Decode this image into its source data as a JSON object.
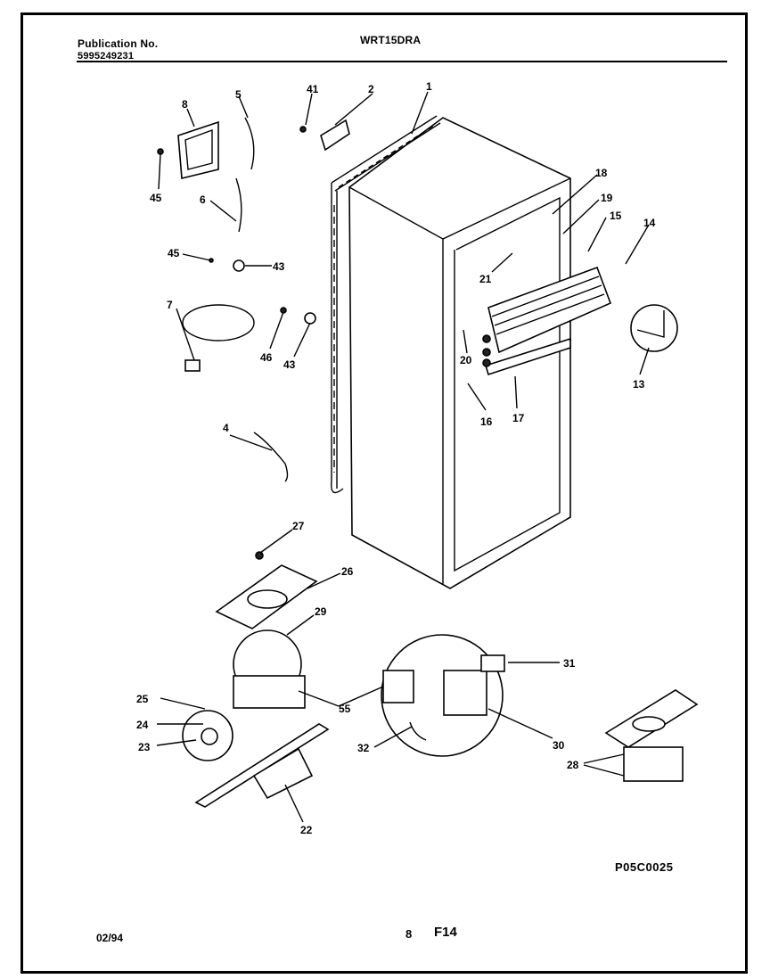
{
  "header": {
    "publication_label": "Publication No.",
    "publication_number": "5995249231",
    "model": "WRT15DRA"
  },
  "callouts": [
    "1",
    "2",
    "41",
    "5",
    "8",
    "45",
    "6",
    "45",
    "43",
    "7",
    "46",
    "43",
    "4",
    "27",
    "26",
    "29",
    "25",
    "24",
    "23",
    "22",
    "55",
    "32",
    "31",
    "30",
    "28",
    "18",
    "19",
    "15",
    "14",
    "21",
    "20",
    "16",
    "17",
    "13"
  ],
  "footer": {
    "date": "02/94",
    "page": "8",
    "figure": "F14",
    "drawing_code": "P05C0025"
  }
}
